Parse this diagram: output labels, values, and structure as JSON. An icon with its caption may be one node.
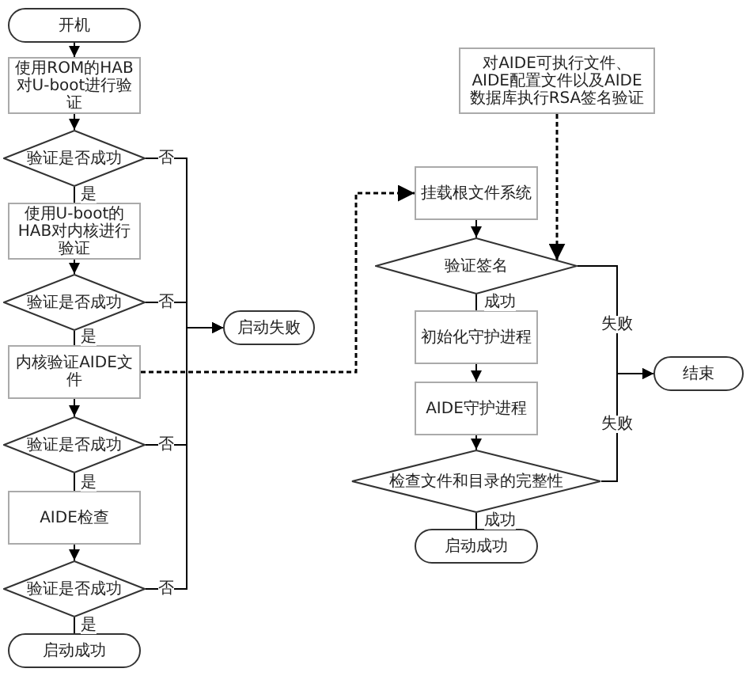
{
  "diagram": {
    "nodes": [
      {
        "text": [
          "开机"
        ]
      },
      {
        "text": [
          "使用ROM的HAB对U-boot进行验证"
        ]
      },
      {
        "text": [
          "验证是否成功"
        ]
      },
      {
        "text": [
          "使用U-boot的HAB对内核进行验证"
        ]
      },
      {
        "text": [
          "验证是否成功"
        ]
      },
      {
        "text": [
          "内核验证AIDE文件"
        ]
      },
      {
        "text": [
          "验证是否成功"
        ]
      },
      {
        "text": [
          "AIDE检查"
        ]
      },
      {
        "text": [
          "验证是否成功"
        ]
      },
      {
        "text": [
          "启动成功"
        ]
      },
      {
        "text": [
          "启动失败"
        ]
      },
      {
        "text": [
          "对AIDE可执行文件、AIDE配置文件以及AIDE数据库执行RSA签名验证"
        ]
      },
      {
        "text": [
          "挂载根文件系统"
        ]
      },
      {
        "text": [
          "验证签名"
        ]
      },
      {
        "text": [
          "初始化守护进程"
        ]
      },
      {
        "text": [
          "AIDE守护进程"
        ]
      },
      {
        "text": [
          "检查文件和目录的完整性"
        ]
      },
      {
        "text": [
          "启动成功"
        ]
      },
      {
        "text": [
          "结束"
        ]
      }
    ],
    "edges": [
      {
        "from": 0,
        "to": 1,
        "arrow": "to"
      },
      {
        "from": 1,
        "to": 2,
        "arrow": "to"
      },
      {
        "from": 2,
        "to": 3,
        "label": "是",
        "arrow": "none"
      },
      {
        "from": 3,
        "to": 4,
        "arrow": "to"
      },
      {
        "from": 4,
        "to": 5,
        "label": "是",
        "arrow": "none"
      },
      {
        "from": 5,
        "to": 6,
        "arrow": "to"
      },
      {
        "from": 6,
        "to": 7,
        "label": "是",
        "arrow": "none"
      },
      {
        "from": 7,
        "to": 8,
        "arrow": "to"
      },
      {
        "from": 8,
        "to": 9,
        "label": "是",
        "arrow": "none"
      },
      {
        "from": 2,
        "to": 10,
        "label": "否",
        "arrow": "to"
      },
      {
        "from": 4,
        "to": 10,
        "label": "否",
        "arrow": "to"
      },
      {
        "from": 6,
        "to": 10,
        "label": "否",
        "arrow": "to"
      },
      {
        "from": 8,
        "to": 10,
        "label": "否",
        "arrow": "to"
      },
      {
        "from": 5,
        "to": 12,
        "arrow": "to",
        "style": "dashed"
      },
      {
        "from": 11,
        "to": 13,
        "arrow": "to",
        "style": "dashed"
      },
      {
        "from": 12,
        "to": 13,
        "arrow": "to"
      },
      {
        "from": 13,
        "to": 14,
        "label": "成功",
        "arrow": "none"
      },
      {
        "from": 14,
        "to": 15,
        "arrow": "to"
      },
      {
        "from": 15,
        "to": 16,
        "arrow": "to"
      },
      {
        "from": 16,
        "to": 17,
        "label": "成功",
        "arrow": "none"
      },
      {
        "from": 13,
        "to": 18,
        "label": "失败",
        "arrow": "to"
      },
      {
        "from": 16,
        "to": 18,
        "label": "失败",
        "arrow": "to"
      }
    ]
  }
}
